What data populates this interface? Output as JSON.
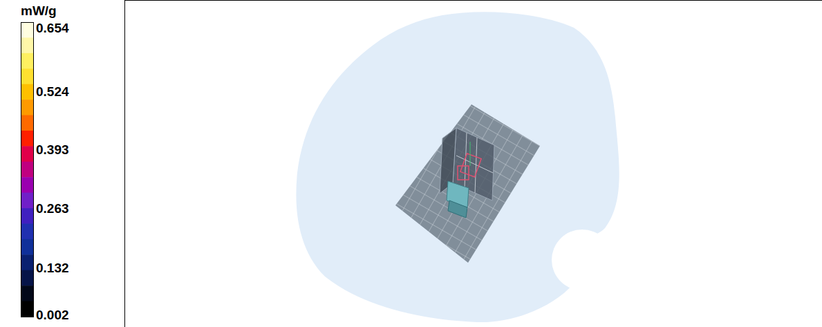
{
  "diagram": {
    "labels": [
      "mW/g",
      "0.654",
      "0.524",
      "0.393",
      "0.263",
      "0.132",
      "0.002"
    ]
  }
}
